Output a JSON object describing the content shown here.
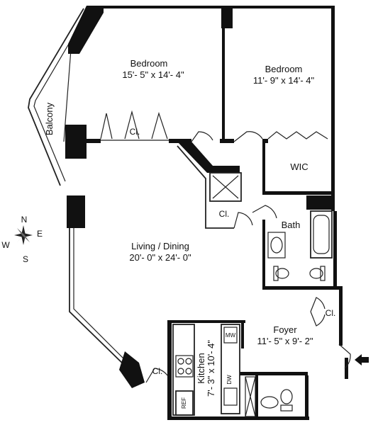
{
  "rooms": {
    "bedroom_1": {
      "name": "Bedroom",
      "dims": "15'- 5\" x 14'- 4\""
    },
    "bedroom_2": {
      "name": "Bedroom",
      "dims": "11'- 9\" x 14'- 4\""
    },
    "living": {
      "name": "Living / Dining",
      "dims": "20'- 0\" x 24'- 0\""
    },
    "foyer": {
      "name": "Foyer",
      "dims": "11'- 5\" x 9'- 2\""
    },
    "kitchen": {
      "name": "Kitchen",
      "dims": "7'- 3\" x 10'- 4\""
    },
    "balcony": {
      "name": "Balcony"
    },
    "wic": {
      "name": "WIC"
    },
    "bath": {
      "name": "Bath"
    }
  },
  "closets": {
    "cl_bedroom": "Cl.",
    "cl_hall": "Cl.",
    "cl_foyer": "Cl.",
    "cl_kitchen": "Cl."
  },
  "appliances": {
    "ref": "REF",
    "mw": "MW",
    "dw": "DW"
  },
  "compass": {
    "n": "N",
    "s": "S",
    "e": "E",
    "w": "W"
  },
  "colors": {
    "wall": "#111111",
    "line": "#222222",
    "background": "#ffffff"
  }
}
